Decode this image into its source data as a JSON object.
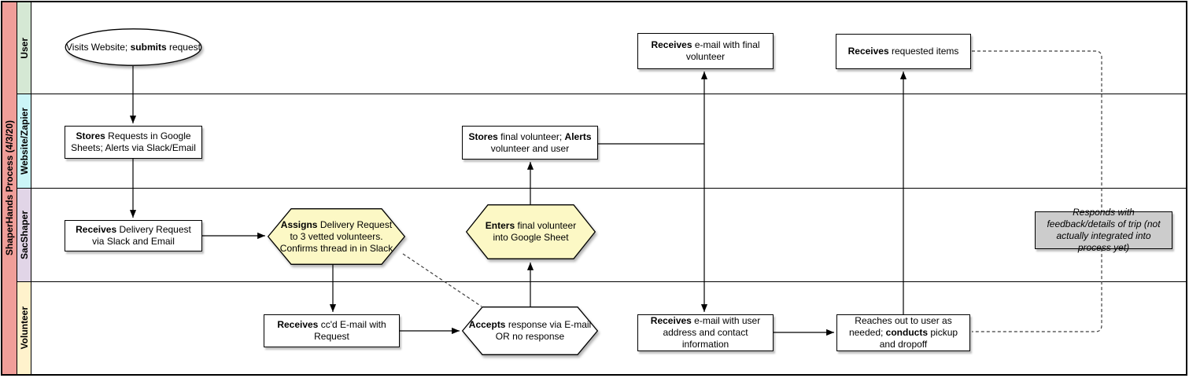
{
  "diagram": {
    "title": "ShaperHands Process (4/3/20)",
    "lanes": [
      {
        "label": "User",
        "color": "#D5E8D4"
      },
      {
        "label": "Website/Zapier",
        "color": "#CBF5F7"
      },
      {
        "label": "SacShaper",
        "color": "#E1D5E7"
      },
      {
        "label": "Volunteer",
        "color": "#FFF2CC"
      }
    ],
    "colors": {
      "title_bg": "#F09E99",
      "hexagon_fill": "#FCF8C5",
      "process_fill": "#FFFFFF",
      "note_fill": "#CCCCCC",
      "stroke": "#000000"
    }
  },
  "nodes": {
    "visits": {
      "shape": "ellipse",
      "segments": [
        {
          "text": "Visits Website; ",
          "bold": false
        },
        {
          "text": "submits",
          "bold": true
        },
        {
          "text": " request",
          "bold": false
        }
      ]
    },
    "stores_requests": {
      "shape": "rect",
      "segments": [
        {
          "text": "Stores",
          "bold": true
        },
        {
          "text": " Requests in Google Sheets; Alerts via Slack/Email",
          "bold": false
        }
      ]
    },
    "receives_delivery": {
      "shape": "rect",
      "segments": [
        {
          "text": "Receives",
          "bold": true
        },
        {
          "text": " Delivery Request via Slack and Email",
          "bold": false
        }
      ]
    },
    "assigns": {
      "shape": "hexagon",
      "segments": [
        {
          "text": "Assigns",
          "bold": true
        },
        {
          "text": " Delivery Request to 3 vetted volunteers. Confirms thread in in Slack",
          "bold": false
        }
      ]
    },
    "enters": {
      "shape": "hexagon",
      "segments": [
        {
          "text": "Enters",
          "bold": true
        },
        {
          "text": " final volunteer into Google Sheet",
          "bold": false
        }
      ]
    },
    "stores_final": {
      "shape": "rect",
      "segments": [
        {
          "text": "Stores",
          "bold": true
        },
        {
          "text": " final volunteer; ",
          "bold": false
        },
        {
          "text": "Alerts",
          "bold": true
        },
        {
          "text": " volunteer and user",
          "bold": false
        }
      ]
    },
    "receives_final_email": {
      "shape": "rect",
      "segments": [
        {
          "text": "Receives",
          "bold": true
        },
        {
          "text": " e-mail with final volunteer",
          "bold": false
        }
      ]
    },
    "receives_items": {
      "shape": "rect",
      "segments": [
        {
          "text": "Receives",
          "bold": true
        },
        {
          "text": " requested items",
          "bold": false
        }
      ]
    },
    "receives_ccd": {
      "shape": "rect",
      "segments": [
        {
          "text": "Receives",
          "bold": true
        },
        {
          "text": " cc'd E-mail with Request",
          "bold": false
        }
      ]
    },
    "accepts": {
      "shape": "hexagon",
      "segments": [
        {
          "text": "Accepts",
          "bold": true
        },
        {
          "text": " response via E-mail OR no response",
          "bold": false
        }
      ]
    },
    "receives_user_info": {
      "shape": "rect",
      "segments": [
        {
          "text": "Receives",
          "bold": true
        },
        {
          "text": " e-mail with user address and contact information",
          "bold": false
        }
      ]
    },
    "reaches_out": {
      "shape": "rect",
      "segments": [
        {
          "text": "Reaches out to user as needed; ",
          "bold": false
        },
        {
          "text": "conducts",
          "bold": true
        },
        {
          "text": " pickup and dropoff",
          "bold": false
        }
      ]
    },
    "responds_note": {
      "shape": "note",
      "segments": [
        {
          "text": "Responds with feedback/details of trip (not actually integrated into process yet)",
          "bold": false
        }
      ]
    }
  }
}
